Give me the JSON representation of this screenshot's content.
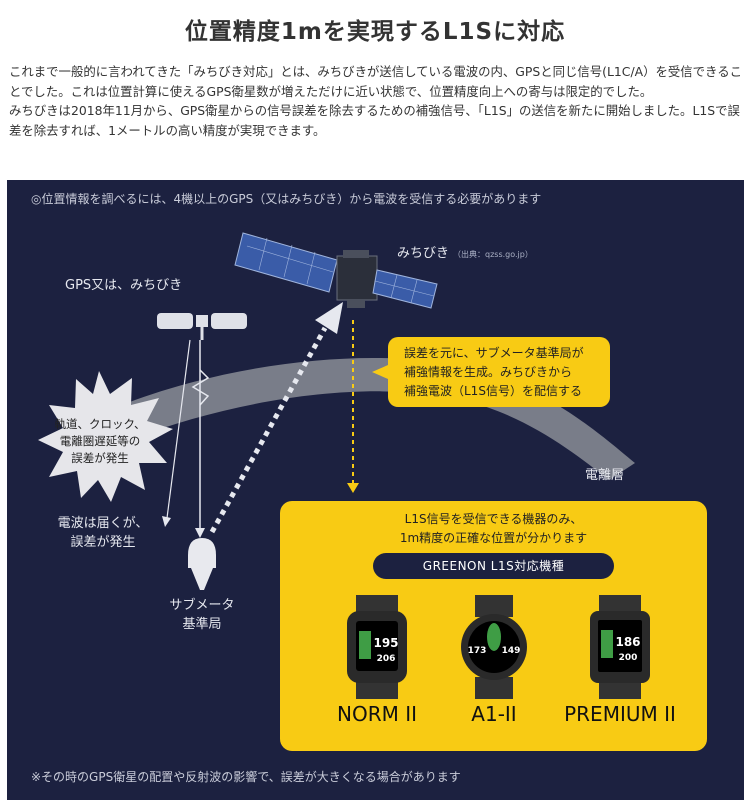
{
  "page": {
    "title": "位置精度1mを実現するL1Sに対応",
    "intro": [
      "これまで一般的に言われてきた「みちびき対応」とは、みちびきが送信している電波の内、GPSと同じ信号(L1C/A）を受信できることでした。これは位置計算に使えるGPS衛星数が増えただけに近い状態で、位置精度向上への寄与は限定的でした。",
      "みちびきは2018年11月から、GPS衛星からの信号誤差を除去するための補強信号、「L1S」の送信を新たに開始しました。L1Sで誤差を除去すれば、1メートルの高い精度が実現できます。"
    ]
  },
  "diagram": {
    "top_note": "◎位置情報を調べるには、4機以上のGPS（又はみちびき）から電波を受信する必要があります",
    "bottom_note": "※その時のGPS衛星の配置や反射波の影響で、誤差が大きくなる場合があります",
    "michibiki_label": "みちびき",
    "michibiki_source": "（出典：qzss.go.jp）",
    "gps_label": "GPS又は、みちびき",
    "error_burst": [
      "軌道、クロック、",
      "電離圏遅延等の",
      "誤差が発生"
    ],
    "signal_label": [
      "電波は届くが、",
      "誤差が発生"
    ],
    "station_label": [
      "サブメータ",
      "基準局"
    ],
    "ionosphere_label": "電離層",
    "callout": [
      "誤差を元に、サブメータ基準局が",
      "補強情報を生成。みちびきから",
      "補強電波（L1S信号）を配信する"
    ],
    "device_header": [
      "L1S信号を受信できる機器のみ、",
      "1m精度の正確な位置が分かります"
    ],
    "device_pill": "GREENON L1S対応機種",
    "models": [
      {
        "name": "NORM II",
        "screen_values": [
          "195",
          "206"
        ]
      },
      {
        "name": "A1-II",
        "screen_values": [
          "173",
          "149"
        ]
      },
      {
        "name": "PREMIUM II",
        "screen_values": [
          "186",
          "200"
        ]
      }
    ],
    "colors": {
      "panel": "#1c2140",
      "accent": "#f8cb14",
      "arc": "#8a8d96"
    }
  }
}
